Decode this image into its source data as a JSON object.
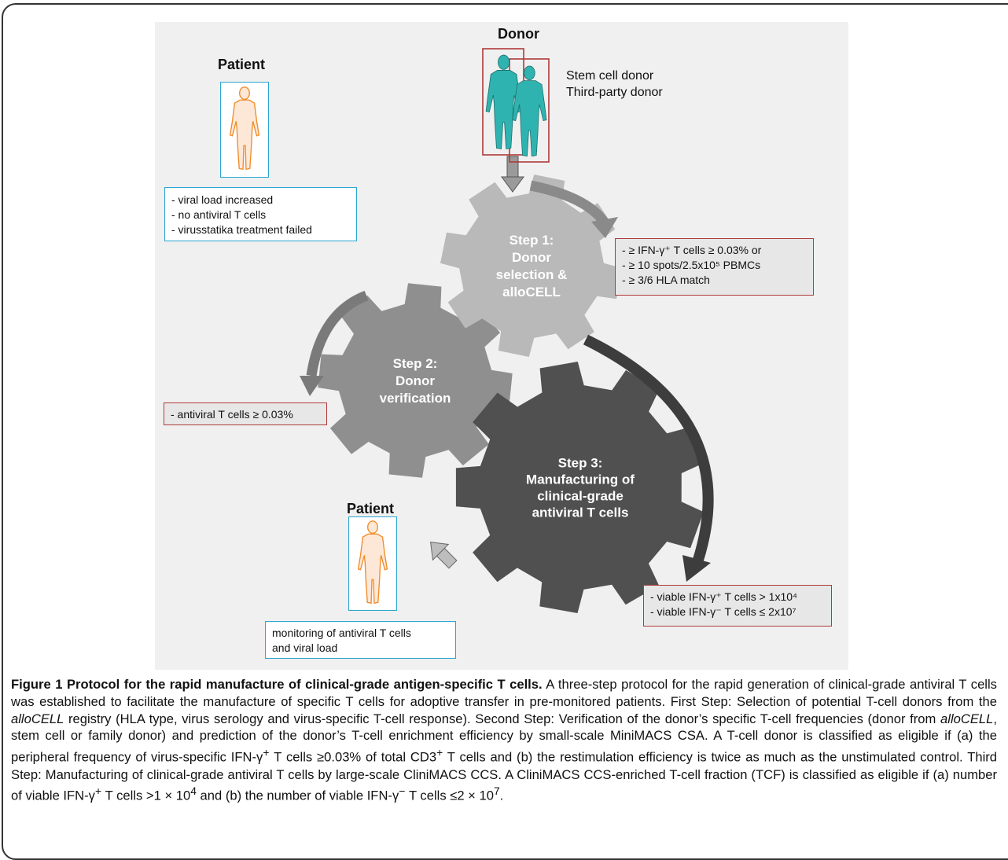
{
  "patient_top": {
    "label": "Patient",
    "notes": [
      "- viral  load increased",
      "- no antiviral  T cells",
      "- virusstatika treatment failed"
    ]
  },
  "donor": {
    "label": "Donor",
    "types": [
      "Stem cell donor",
      "Third-party donor"
    ]
  },
  "steps": [
    {
      "lines": [
        "Step 1:",
        "Donor",
        "selection &",
        "alloCELL"
      ],
      "fill": "#b9b9b9"
    },
    {
      "lines": [
        "Step 2:",
        "Donor",
        "verification"
      ],
      "fill": "#8f8f8f"
    },
    {
      "lines": [
        "Step 3:",
        "Manufacturing of",
        "clinical-grade",
        "antiviral  T cells"
      ],
      "fill": "#505050"
    }
  ],
  "criteria": {
    "step1": [
      "- ≥ IFN-γ⁺ T cells ≥ 0.03%  or",
      "- ≥ 10 spots/2.5x10⁵ PBMCs",
      "- ≥ 3/6 HLA match"
    ],
    "step2": [
      "- antiviral  T cells ≥ 0.03%"
    ],
    "step3": [
      "- viable  IFN-γ⁺  T cells > 1x10⁴",
      "- viable  IFN-γ⁻  T cells ≤ 2x10⁷"
    ]
  },
  "patient_bottom": {
    "label": "Patient",
    "notes": [
      "monitoring of antiviral T cells",
      "and viral load"
    ]
  },
  "caption": {
    "figure_label": "Figure 1",
    "title": "Protocol for the rapid manufacture of clinical-grade antigen-specific T cells.",
    "s1": "A three-step protocol for the rapid generation of clinical-grade antiviral T cells was established to facilitate the manufacture of specific T cells for adoptive transfer in pre-monitored patients. First Step: Selection of potential T-cell donors from the",
    "alloCELL_1": "alloCELL",
    "s2": "registry (HLA type, virus serology and virus-specific T-cell response). Second Step: Verification of the donor’s specific T-cell frequencies (donor from",
    "alloCELL_2": "alloCELL",
    "s3": ", stem cell or family donor) and prediction of the donor’s T-cell enrichment efficiency by small-scale MiniMACS CSA. A T-cell donor is classified as eligible if (a) the peripheral frequency of virus-specific IFN-γ",
    "sup_plus_1": "+",
    "s4": "T cells ≥0.03% of total CD3",
    "sup_plus_2": "+",
    "s5": "T cells and (b) the restimulation efficiency is twice as much as the unstimulated control. Third Step: Manufacturing of clinical-grade antiviral T cells by large-scale CliniMACS CCS. A CliniMACS CCS-enriched T-cell fraction (TCF) is classified as eligible if (a) number of viable IFN-γ",
    "sup_plus_3": "+",
    "s6": "T cells >1 × 10",
    "sup_4": "4",
    "s7": "and (b) the number of viable IFN-γ",
    "sup_minus": "−",
    "s8": "T cells ≤2 × 10",
    "sup_7": "7",
    "s9": "."
  },
  "colors": {
    "panel_bg": "#f0f0f0",
    "cyan_border": "#2aa6d0",
    "red_border": "#b03a3a",
    "patient_figure": "#f08c2a",
    "donor_figure": "#2fb3b0"
  }
}
